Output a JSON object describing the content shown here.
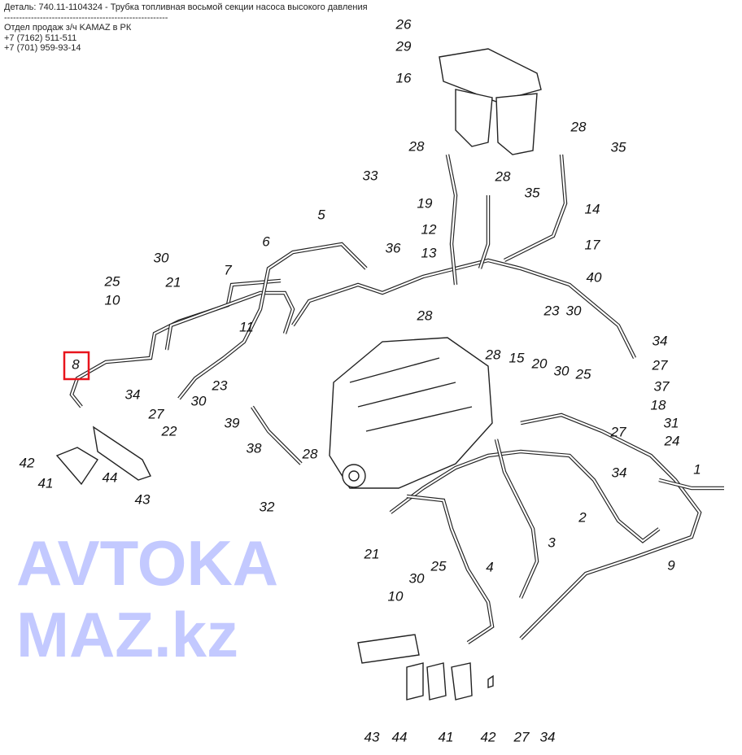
{
  "header": {
    "detail": "Деталь: 740.11-1104324 - Трубка топливная восьмой секции насоса высокого давления",
    "separator": "-------------------------------------------------------",
    "dept": "Отдел продаж з/ч KAMAZ в РК",
    "phone1": "+7 (7162) 511-511",
    "phone2": "+7 (701) 959-93-14"
  },
  "watermark": "AVTOKAMAZ.kz",
  "highlight_color": "#e8141c",
  "highlighted_part": "8",
  "callouts": [
    "26",
    "29",
    "16",
    "28",
    "33",
    "19",
    "28",
    "35",
    "28",
    "35",
    "14",
    "12",
    "5",
    "6",
    "13",
    "36",
    "17",
    "40",
    "7",
    "30",
    "25",
    "21",
    "10",
    "11",
    "28",
    "23",
    "30",
    "28",
    "15",
    "20",
    "30",
    "25",
    "34",
    "27",
    "37",
    "18",
    "8",
    "34",
    "27",
    "30",
    "23",
    "22",
    "39",
    "31",
    "24",
    "27",
    "34",
    "1",
    "38",
    "28",
    "32",
    "42",
    "41",
    "44",
    "43",
    "2",
    "3",
    "9",
    "21",
    "30",
    "25",
    "10",
    "4",
    "43",
    "44",
    "41",
    "42",
    "27",
    "34"
  ]
}
